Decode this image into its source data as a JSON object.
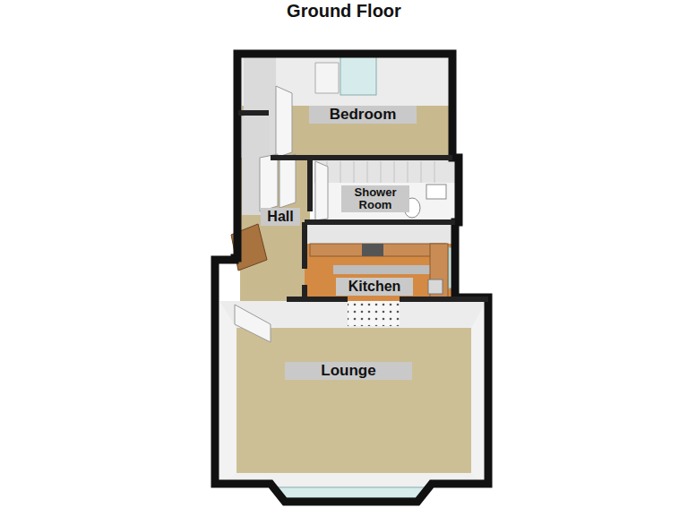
{
  "diagram": {
    "title": "Ground Floor",
    "nodes": [
      {
        "text": [
          "Bedroom"
        ]
      },
      {
        "text": [
          "Shower Room"
        ]
      },
      {
        "text": [
          "Hall"
        ]
      },
      {
        "text": [
          "Kitchen"
        ]
      },
      {
        "text": [
          "Lounge"
        ]
      }
    ]
  }
}
